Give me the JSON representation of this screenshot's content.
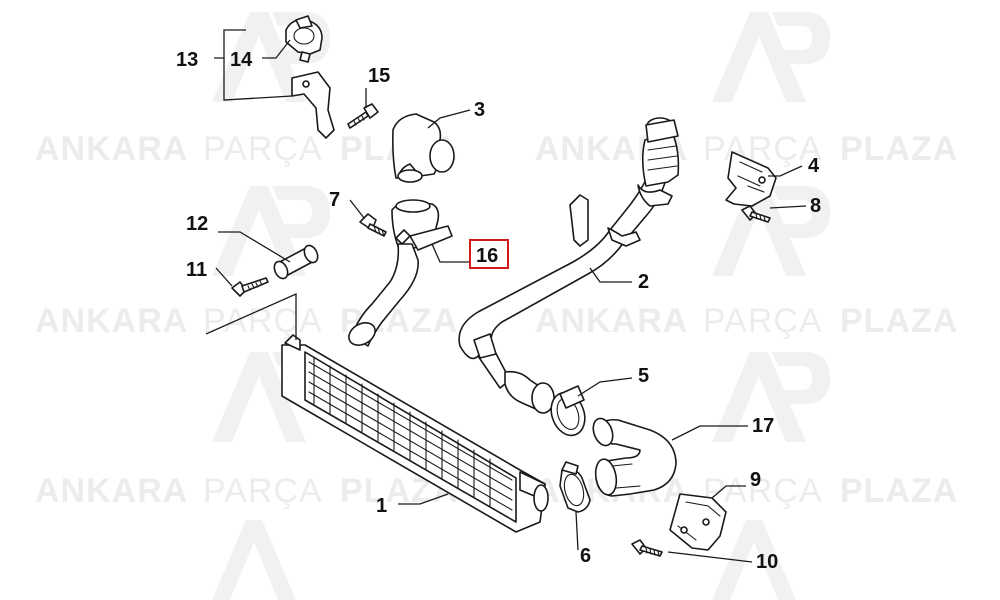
{
  "watermark": {
    "brand_prefix": "ANKARA",
    "brand_middle": "PARÇA",
    "brand_suffix": "PLAZA",
    "logo_icon": "ap-logo-icon"
  },
  "callouts": {
    "c1": "1",
    "c2": "2",
    "c3": "3",
    "c4": "4",
    "c5": "5",
    "c6": "6",
    "c7": "7",
    "c8": "8",
    "c9": "9",
    "c10": "10",
    "c11": "11",
    "c12": "12",
    "c13": "13",
    "c14": "14",
    "c15": "15",
    "c16": "16",
    "c17": "17"
  },
  "highlight": {
    "callout": "16",
    "color": "#d11a1a"
  },
  "colors": {
    "line": "#1a1a1a",
    "watermark": "#ececec",
    "background": "#ffffff"
  }
}
